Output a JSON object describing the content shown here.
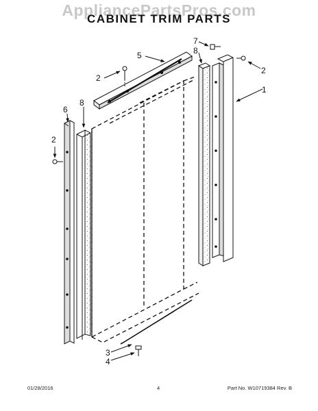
{
  "watermark": "AppliancePartsPros.com",
  "title": "CABINET TRIM PARTS",
  "callouts": {
    "c1": "1",
    "c2a": "2",
    "c2b": "2",
    "c2c": "2",
    "c3": "3",
    "c4": "4",
    "c5": "5",
    "c6": "6",
    "c7": "7",
    "c8a": "8",
    "c8b": "8"
  },
  "footer": {
    "date": "01/28/2016",
    "page": "4",
    "part_number": "Part No. W10719384  Rev. B"
  }
}
